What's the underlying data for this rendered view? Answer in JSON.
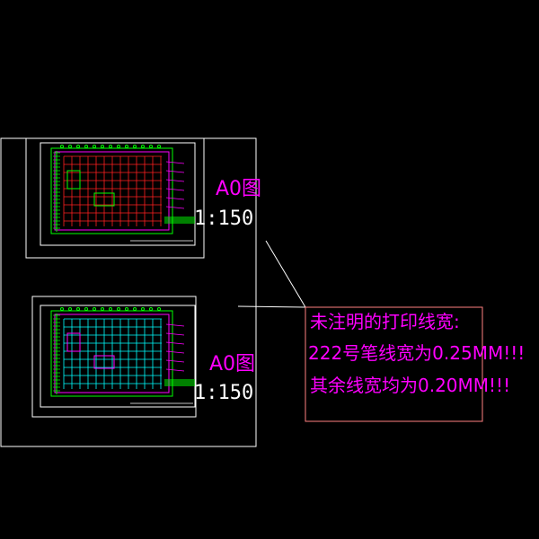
{
  "colors": {
    "background": "#000000",
    "frame": "#ffffff",
    "magenta": "#ff00ff",
    "red": "#ff2020",
    "green": "#00ff00",
    "cyan": "#00ffff",
    "note_box": "#ff8080"
  },
  "sheets": [
    {
      "size_label": "A0图",
      "scale": "1:150"
    },
    {
      "size_label": "A0图",
      "scale": "1:150"
    }
  ],
  "note": {
    "line1": "未注明的打印线宽:",
    "line2": "222号笔线宽为0.25MM!!!",
    "line3": "其余线宽均为0.20MM!!!"
  }
}
